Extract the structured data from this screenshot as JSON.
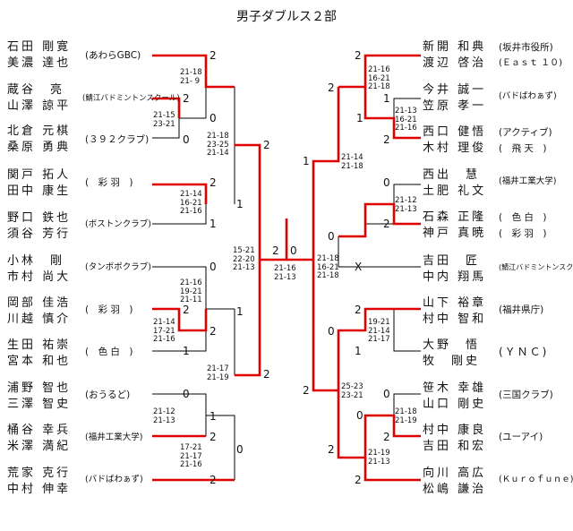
{
  "title": "男子ダブルス２部",
  "left": [
    {
      "p1": "石田 剛寛",
      "p2": "美濃 達也",
      "club": "(あわらGBC)"
    },
    {
      "p1": "蔵谷　亮",
      "p2": "山澤 諒平",
      "club": "(鯖江バドミントンスクール)"
    },
    {
      "p1": "北倉 元棋",
      "p2": "桑原 勇典",
      "club": "(３９２クラブ)"
    },
    {
      "p1": "関戸 拓人",
      "p2": "田中 康生",
      "club": "(　彩 羽　)"
    },
    {
      "p1": "野口 鉄也",
      "p2": "須谷 芳行",
      "club": "(ボストンクラブ)"
    },
    {
      "p1": "小林　剛",
      "p2": "市村 尚大",
      "club": "(タンポポクラブ)"
    },
    {
      "p1": "岡部 佳浩",
      "p2": "川越 慎介",
      "club": "(　彩 羽　)"
    },
    {
      "p1": "生田 祐崇",
      "p2": "宮本 和也",
      "club": "(　色 白　)"
    },
    {
      "p1": "浦野 智也",
      "p2": "三澤 智史",
      "club": "(おうるど)"
    },
    {
      "p1": "桶谷 幸兵",
      "p2": "米澤 満紀",
      "club": "(福井工業大学)"
    },
    {
      "p1": "荒家 克行",
      "p2": "中村 伸幸",
      "club": "(バドばわぁず)"
    }
  ],
  "right": [
    {
      "p1": "新開 和典",
      "p2": "渡辺 啓治",
      "club1": "(坂井市役所)",
      "club2": "(Ｅａｓｔ １０)"
    },
    {
      "p1": "今井 誠一",
      "p2": "笠原 孝一",
      "club1": "(バドばわぁず)"
    },
    {
      "p1": "西口 健悟",
      "p2": "木村 理俊",
      "club1": "(アクティブ)",
      "club2": "(　飛 天　)"
    },
    {
      "p1": "西出　慧",
      "p2": "土肥 礼文",
      "club1": "(福井工業大学)"
    },
    {
      "p1": "石森 正隆",
      "p2": "神戸 真暁",
      "club1": "(　色 白　)",
      "club2": "(　彩 羽　)"
    },
    {
      "p1": "吉田　匠",
      "p2": "中内 翔馬",
      "club1": "(鯖江バドミントンスクール)"
    },
    {
      "p1": "山下 裕章",
      "p2": "村中 智和",
      "club1": "(福井県庁)"
    },
    {
      "p1": "大野　悟",
      "p2": "牧　剛史",
      "club1": "(ＹＮＣ)"
    },
    {
      "p1": "笹木 幸雄",
      "p2": "山口 剛史",
      "club1": "(三国クラブ)"
    },
    {
      "p1": "村中 康良",
      "p2": "吉田 和宏",
      "club1": "(ユーアイ)"
    },
    {
      "p1": "向川 高広",
      "p2": "松嶋 謙治",
      "club1": "(Ｋｕｒｏｆｕｎｅ)"
    }
  ],
  "nums": [
    "2",
    "2",
    "0",
    "0",
    "2",
    "1",
    "1",
    "2",
    "0",
    "2",
    "1",
    "1",
    "2",
    "2",
    "2",
    "2",
    "2",
    "1",
    "0",
    "0",
    "1",
    "1",
    "2",
    "0",
    "2",
    "0",
    "2",
    "2",
    "0",
    "1",
    "2",
    "2",
    "1",
    "0",
    "2",
    "2",
    "2",
    "2",
    "0",
    "X",
    "2",
    "1",
    "2",
    "2",
    "0",
    "1",
    "2"
  ],
  "scores": [
    "21-18\n21- 9",
    "21-15\n23-21",
    "21-18\n23-25\n21-14",
    "21-14\n16-21\n21-16",
    "21-16\n19-21\n21-11",
    "21-14\n17-21\n21-16",
    "21-12\n21-13",
    "17-21\n21-17\n21-16",
    "21-17\n21-19",
    "15-21\n22-20\n21-13",
    "21-16\n21-13",
    "21-18\n16-21\n21-18",
    "21-16\n16-21\n21-18",
    "21-13\n16-21\n21-16",
    "21-14\n21-18",
    "21-12\n21-13",
    "19-21\n21-14\n21-17",
    "25-23\n23-21",
    "21-18\n21-19",
    "21-19\n21-13"
  ]
}
